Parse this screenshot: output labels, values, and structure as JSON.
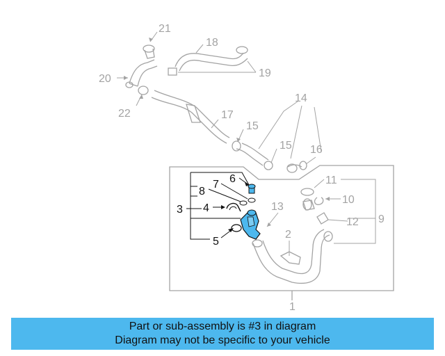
{
  "callouts": {
    "c1": "1",
    "c2": "2",
    "c3": "3",
    "c4": "4",
    "c5": "5",
    "c6": "6",
    "c7": "7",
    "c8": "8",
    "c9": "9",
    "c10": "10",
    "c11": "11",
    "c12": "12",
    "c13": "13",
    "c14": "14",
    "c15a": "15",
    "c15b": "15",
    "c16": "16",
    "c17": "17",
    "c18": "18",
    "c19": "19",
    "c20": "20",
    "c21": "21",
    "c22": "22"
  },
  "banner": {
    "line1": "Part or sub-assembly is #3 in diagram",
    "line2": "Diagram may not be specific to your vehicle"
  },
  "colors": {
    "highlight": "#4db8ee",
    "grey_lines": "#a3a3a3",
    "black_lines": "#111111"
  }
}
